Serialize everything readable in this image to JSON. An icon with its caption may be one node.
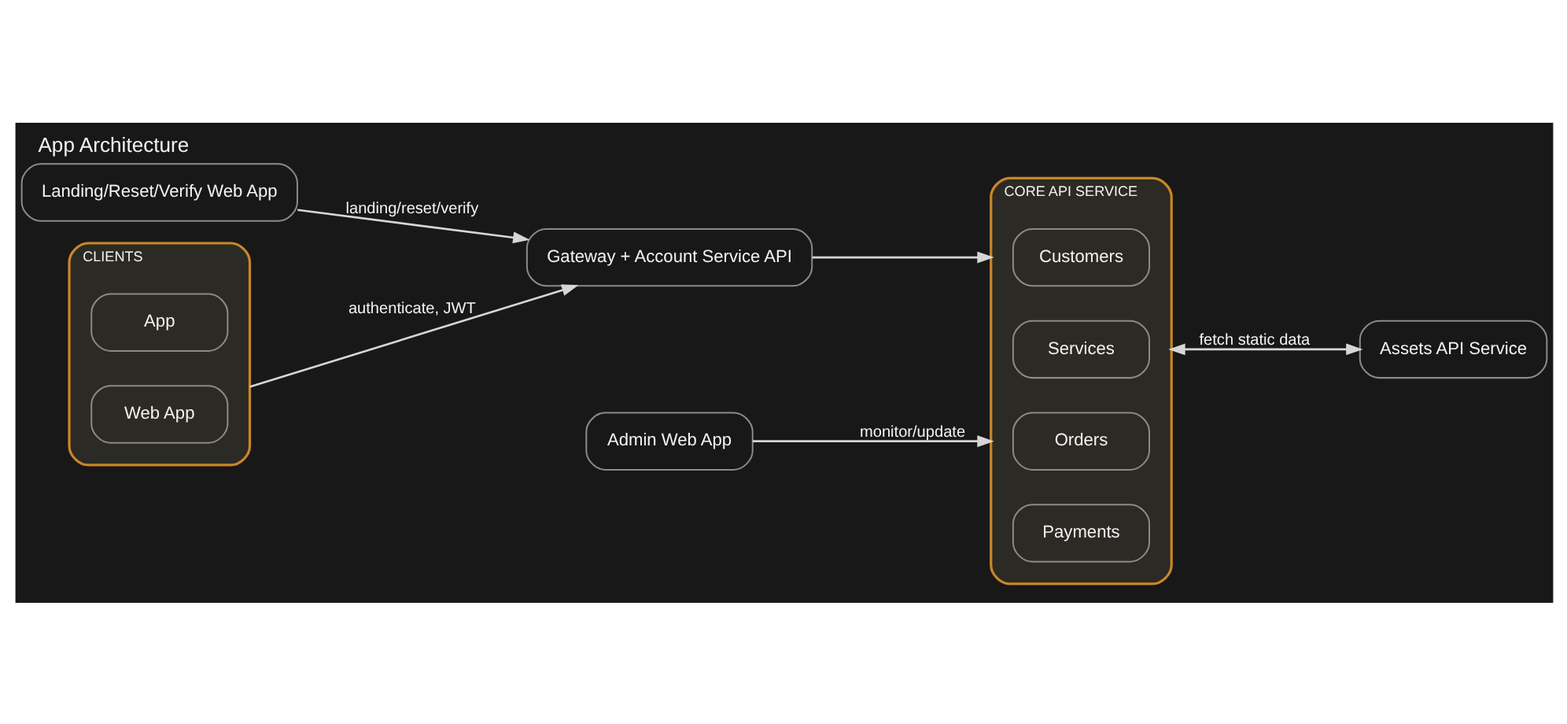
{
  "diagram": {
    "title": "App Architecture",
    "nodes": [
      {
        "text": [
          "Landing/Reset/Verify Web App"
        ]
      },
      {
        "text": [
          "CLIENTS"
        ]
      },
      {
        "text": [
          "App"
        ],
        "in": 1
      },
      {
        "text": [
          "Web App"
        ],
        "in": 1
      },
      {
        "text": [
          "Gateway + Account Service API"
        ]
      },
      {
        "text": [
          "CORE API SERVICE"
        ]
      },
      {
        "text": [
          "Customers"
        ],
        "in": 5
      },
      {
        "text": [
          "Services"
        ],
        "in": 5
      },
      {
        "text": [
          "Orders"
        ],
        "in": 5
      },
      {
        "text": [
          "Payments"
        ],
        "in": 5
      },
      {
        "text": [
          "Assets API Service"
        ]
      },
      {
        "text": [
          "Admin Web App"
        ]
      }
    ],
    "edges": [
      {
        "from": 0,
        "to": 4,
        "arrow": "to",
        "label": "landing/reset/verify"
      },
      {
        "from": 1,
        "to": 4,
        "arrow": "to",
        "label": "authenticate, JWT"
      },
      {
        "from": 4,
        "to": 5,
        "arrow": "to"
      },
      {
        "from": 11,
        "to": 5,
        "arrow": "to",
        "label": "monitor/update"
      },
      {
        "from": 5,
        "to": 10,
        "arrow": "both",
        "label": "fetch static data"
      }
    ]
  }
}
